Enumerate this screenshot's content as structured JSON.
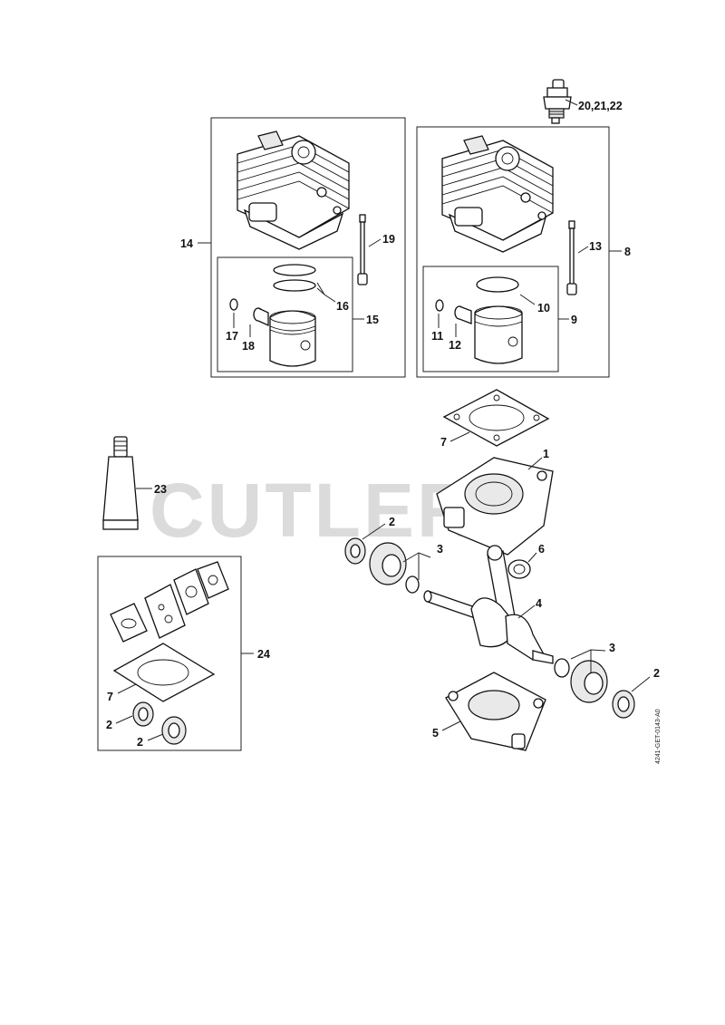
{
  "watermark": "CUTLERS",
  "drawing_code": "4241-GET-0143-A0",
  "labels": {
    "l20": "20,21,22",
    "l14": "14",
    "l19": "19",
    "l16": "16",
    "l15": "15",
    "l17": "17",
    "l18": "18",
    "l13": "13",
    "l8": "8",
    "l10": "10",
    "l9": "9",
    "l11": "11",
    "l12": "12",
    "l7a": "7",
    "l1": "1",
    "l23": "23",
    "l2a": "2",
    "l3a": "3",
    "l6": "6",
    "l4": "4",
    "l3b": "3",
    "l2b": "2",
    "l5": "5",
    "l24": "24",
    "l7b": "7",
    "l2c": "2",
    "l2d": "2"
  }
}
